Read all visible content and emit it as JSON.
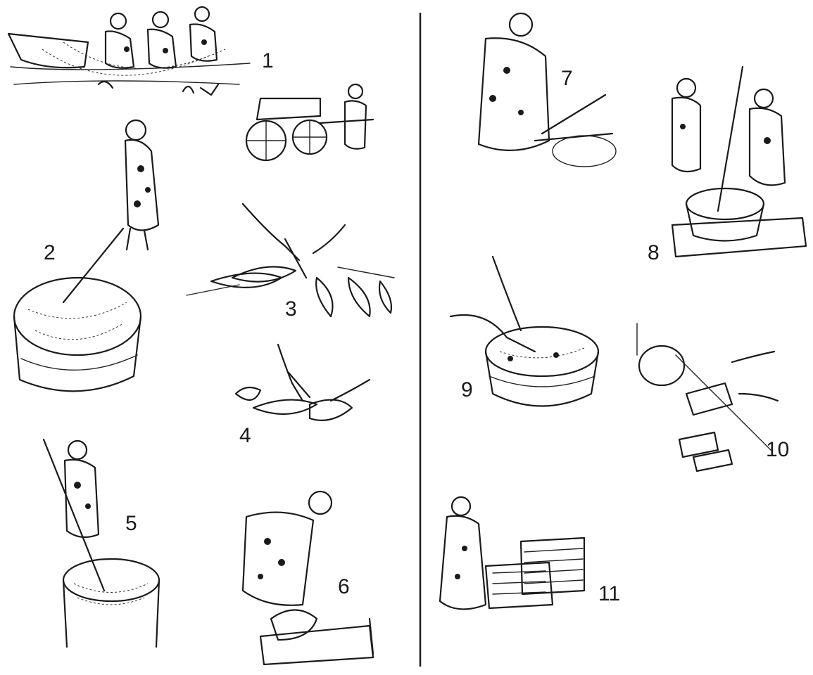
{
  "steps": [
    {
      "number": "1"
    },
    {
      "number": "2"
    },
    {
      "number": "3"
    },
    {
      "number": "4"
    },
    {
      "number": "5"
    },
    {
      "number": "6"
    },
    {
      "number": "7"
    },
    {
      "number": "8"
    },
    {
      "number": "9"
    },
    {
      "number": "10"
    },
    {
      "number": "11"
    }
  ]
}
